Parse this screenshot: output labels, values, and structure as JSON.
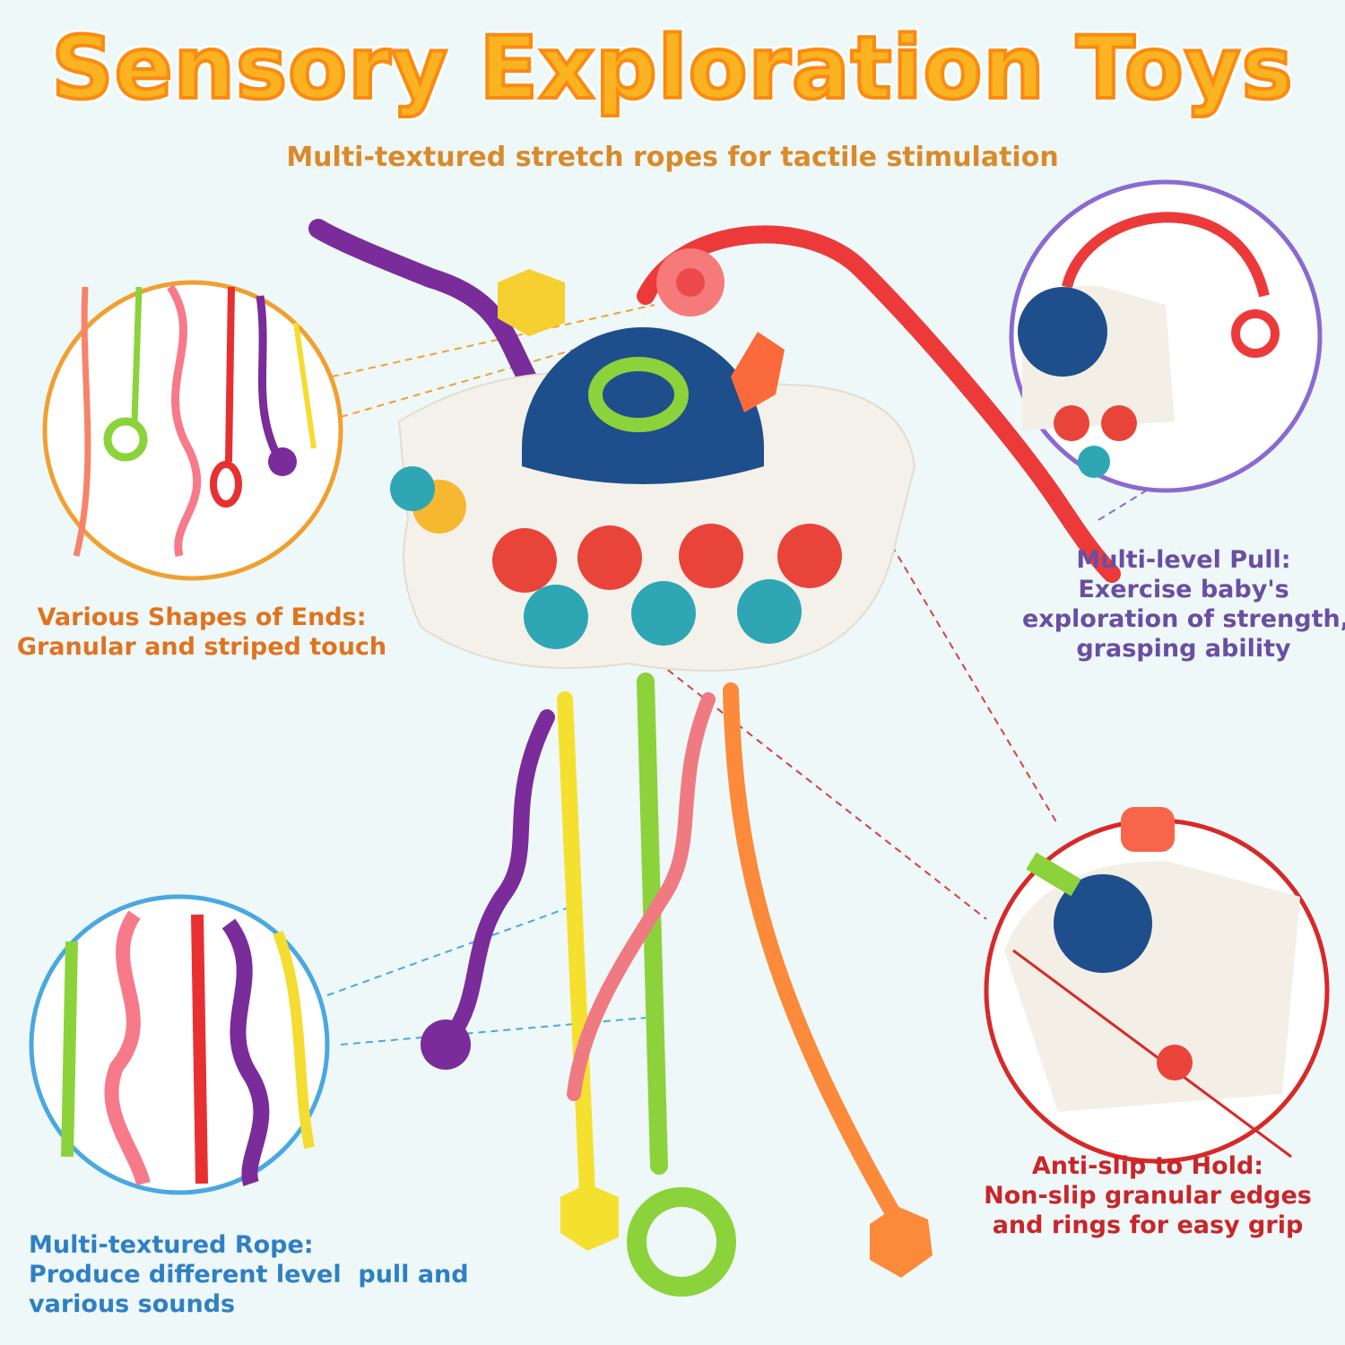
{
  "header": {
    "title": "Sensory Exploration Toys",
    "subtitle": "Multi-textured stretch ropes for tactile stimulation"
  },
  "callouts": [
    {
      "lines": [
        "Various Shapes of Ends:",
        "Granular and striped touch"
      ],
      "color": "#e0731f"
    },
    {
      "lines": [
        "Multi-level Pull:",
        "Exercise baby's",
        "exploration of strength,",
        "grasping ability"
      ],
      "color": "#6a4ea3"
    },
    {
      "lines": [
        "Multi-textured Rope:",
        "Produce different level  pull and",
        "various sounds"
      ],
      "color": "#2f7fc4"
    },
    {
      "lines": [
        "Anti-slip to Hold:",
        "Non-slip granular edges",
        "and rings for easy grip"
      ],
      "color": "#c8262a"
    }
  ],
  "colors": {
    "title": "#fbb321",
    "bubble_red": "#e8443a",
    "bubble_teal": "#2fa6b3",
    "dome": "#1f4e8c"
  }
}
